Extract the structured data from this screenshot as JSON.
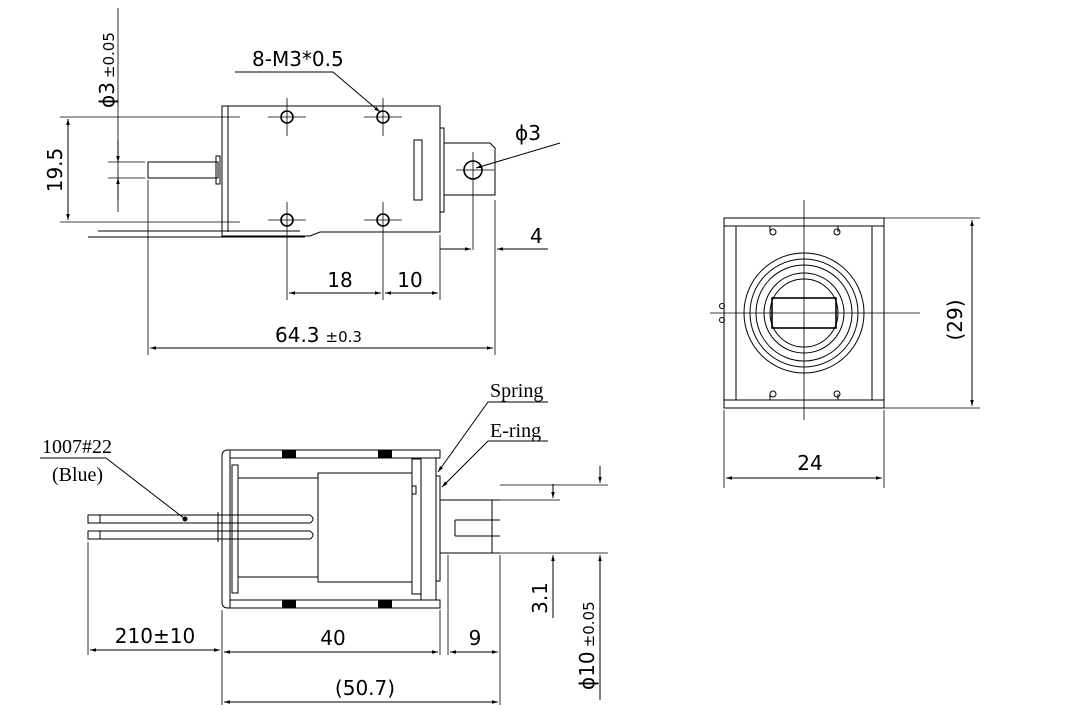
{
  "top_view": {
    "thread_label": "8-M3*0.5",
    "shaft_diameter": "ϕ3",
    "shaft_diameter_tol": "±0.05",
    "height_dim": "19.5",
    "hole_dia": "ϕ3",
    "dim_18": "18",
    "dim_10": "10",
    "dim_4": "4",
    "overall_length": "64.3",
    "overall_length_tol": "±0.3"
  },
  "side_view": {
    "height_dim": "(29)",
    "width_dim": "24"
  },
  "bottom_view": {
    "spring_label": "Spring",
    "ering_label": "E-ring",
    "wire_label": "1007#22",
    "wire_color_label": "(Blue)",
    "lead_length": "210±10",
    "body_length": "40",
    "stroke_dim": "9",
    "total_dim": "(50.7)",
    "slot_dim": "3.1",
    "plunger_diameter": "ϕ10",
    "plunger_diameter_tol": "±0.05"
  }
}
